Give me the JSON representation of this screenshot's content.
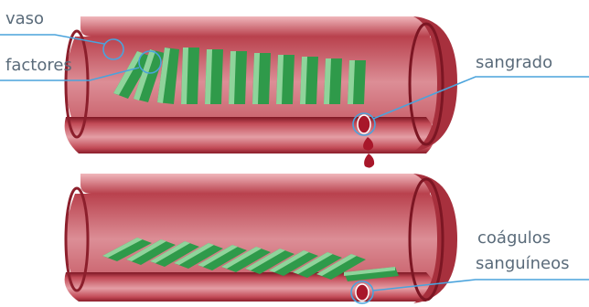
{
  "labels": {
    "vessel": "vaso",
    "factors": "factores",
    "bleeding": "sangrado",
    "clots_line1": "coágulos",
    "clots_line2": "sanguíneos"
  },
  "colors": {
    "vessel_dark": "#8c1f2c",
    "vessel_mid": "#c3525c",
    "vessel_light": "#e7a8ad",
    "lumen": "#d98b92",
    "factor_green": "#2f9a4a",
    "factor_light": "#8fd49b",
    "blood": "#a8172a",
    "callout_line": "#4aa3dc"
  }
}
